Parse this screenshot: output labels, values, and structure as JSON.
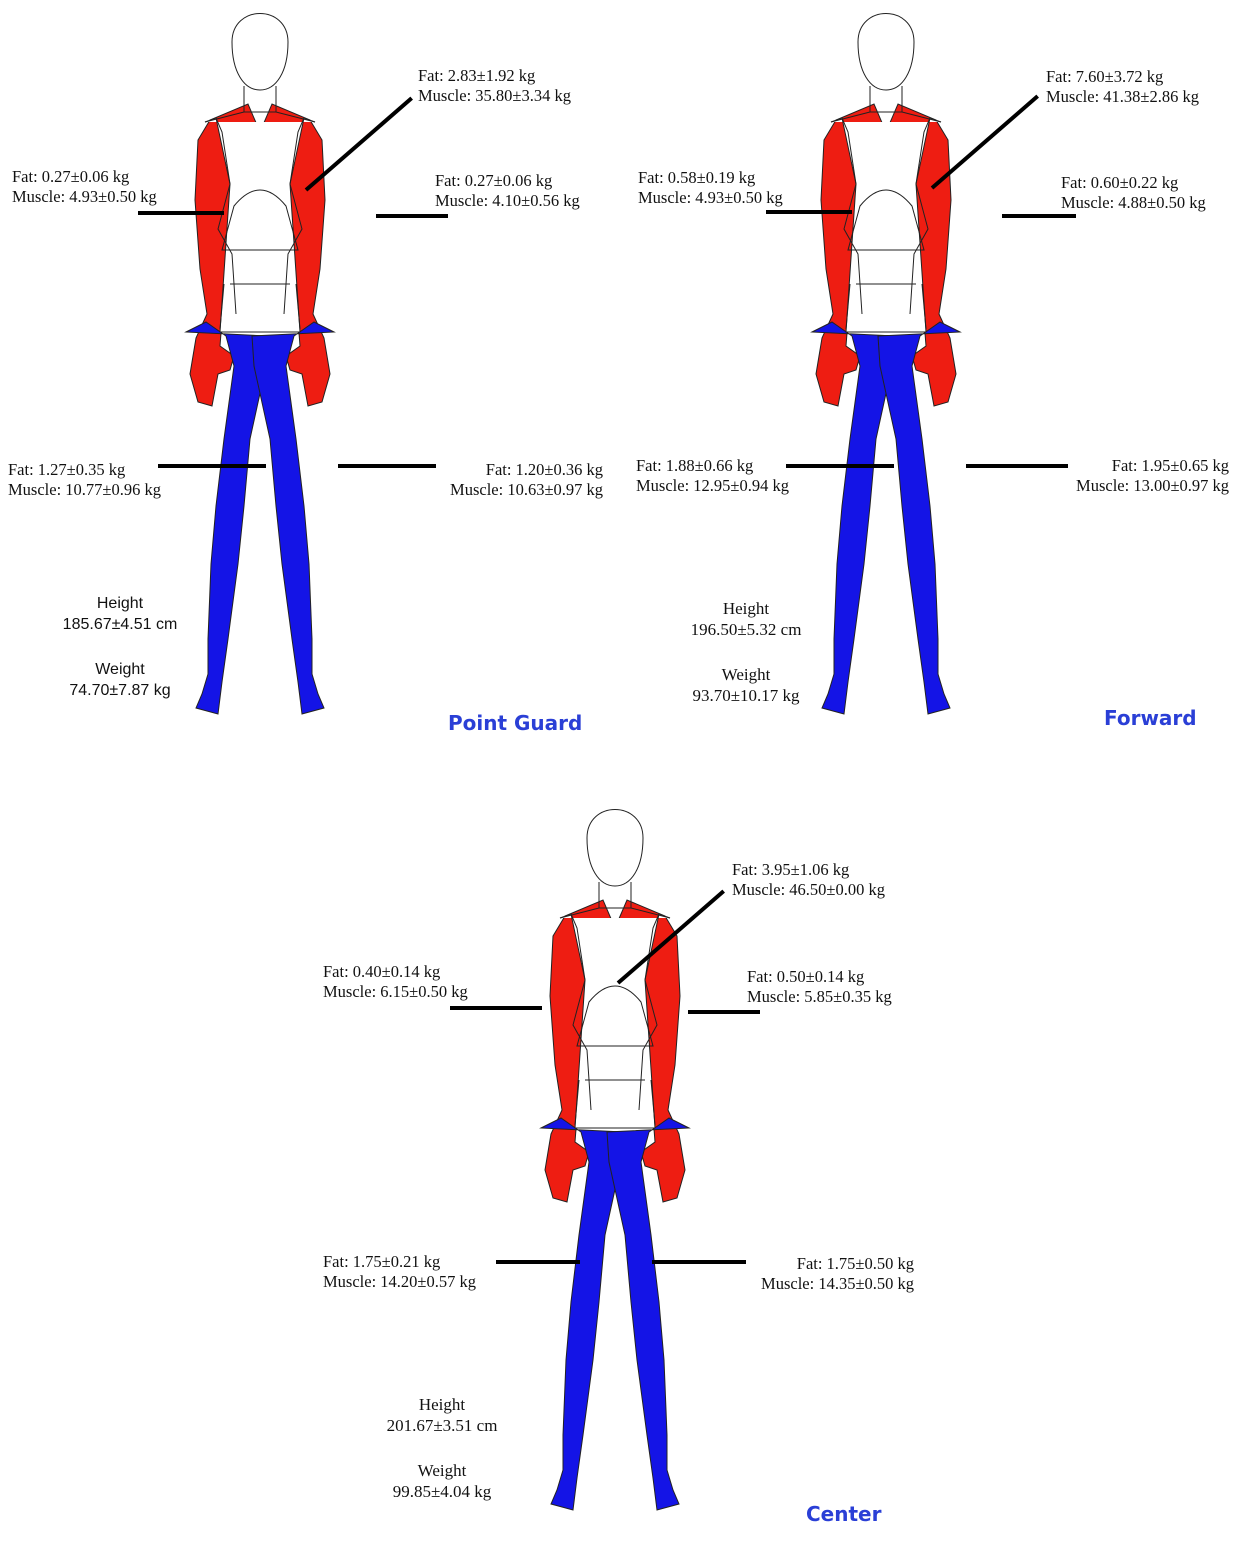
{
  "colors": {
    "arm_fill": "#ee1d12",
    "leg_fill": "#1414e6",
    "title_color": "#2a3fd6",
    "outline": "#222222"
  },
  "panels": [
    {
      "title": "Point Guard",
      "trunk": {
        "fat": "Fat: 2.83±1.92 kg",
        "muscle": "Muscle: 35.80±3.34 kg"
      },
      "left_arm": {
        "fat": "Fat: 0.27±0.06 kg",
        "muscle": "Muscle: 4.93±0.50 kg"
      },
      "right_arm": {
        "fat": "Fat: 0.27±0.06 kg",
        "muscle": "Muscle: 4.10±0.56 kg"
      },
      "left_leg": {
        "fat": "Fat: 1.27±0.35 kg",
        "muscle": "Muscle: 10.77±0.96 kg"
      },
      "right_leg": {
        "fat": "Fat: 1.20±0.36 kg",
        "muscle": "Muscle: 10.63±0.97 kg"
      },
      "height_label": "Height",
      "height_value": "185.67±4.51 cm",
      "weight_label": "Weight",
      "weight_value": "74.70±7.87 kg"
    },
    {
      "title": "Forward",
      "trunk": {
        "fat": "Fat: 7.60±3.72 kg",
        "muscle": "Muscle: 41.38±2.86 kg"
      },
      "left_arm": {
        "fat": "Fat: 0.58±0.19 kg",
        "muscle": "Muscle: 4.93±0.50 kg"
      },
      "right_arm": {
        "fat": "Fat: 0.60±0.22 kg",
        "muscle": "Muscle: 4.88±0.50 kg"
      },
      "left_leg": {
        "fat": "Fat: 1.88±0.66 kg",
        "muscle": "Muscle: 12.95±0.94 kg"
      },
      "right_leg": {
        "fat": "Fat: 1.95±0.65 kg",
        "muscle": "Muscle: 13.00±0.97 kg"
      },
      "height_label": "Height",
      "height_value": "196.50±5.32 cm",
      "weight_label": "Weight",
      "weight_value": "93.70±10.17 kg"
    },
    {
      "title": "Center",
      "trunk": {
        "fat": "Fat: 3.95±1.06 kg",
        "muscle": "Muscle: 46.50±0.00 kg"
      },
      "left_arm": {
        "fat": "Fat: 0.40±0.14 kg",
        "muscle": "Muscle: 6.15±0.50 kg"
      },
      "right_arm": {
        "fat": "Fat: 0.50±0.14 kg",
        "muscle": "Muscle: 5.85±0.35 kg"
      },
      "left_leg": {
        "fat": "Fat: 1.75±0.21 kg",
        "muscle": "Muscle: 14.20±0.57 kg"
      },
      "right_leg": {
        "fat": "Fat: 1.75±0.50 kg",
        "muscle": "Muscle: 14.35±0.50 kg"
      },
      "height_label": "Height",
      "height_value": "201.67±3.51 cm",
      "weight_label": "Weight",
      "weight_value": "99.85±4.04 kg"
    }
  ]
}
